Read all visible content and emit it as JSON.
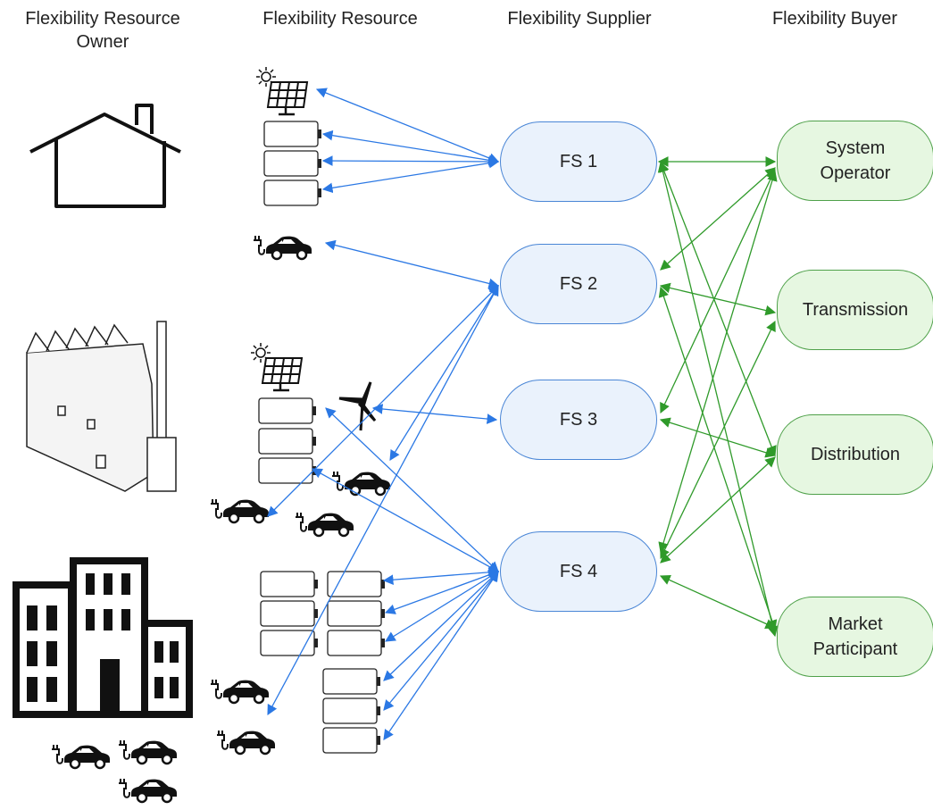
{
  "headers": {
    "owner": "Flexibility Resource\nOwner",
    "resource": "Flexibility Resource",
    "supplier": "Flexibility Supplier",
    "buyer": "Flexibility Buyer"
  },
  "suppliers": [
    "FS 1",
    "FS 2",
    "FS 3",
    "FS 4"
  ],
  "buyers": [
    "System\nOperator",
    "Transmission",
    "Distribution",
    "Market\nParticipant"
  ],
  "colors": {
    "supplier_link": "#2b78e4",
    "buyer_link": "#2f9a2a",
    "supplier_fill": "#eaf2fc",
    "buyer_fill": "#e6f7e1"
  },
  "icons": {
    "owners": [
      "house-icon",
      "factory-icon",
      "office-building-icon"
    ],
    "resources": [
      "solar-panel-icon",
      "battery-icon",
      "electric-car-icon",
      "wind-turbine-icon"
    ]
  }
}
